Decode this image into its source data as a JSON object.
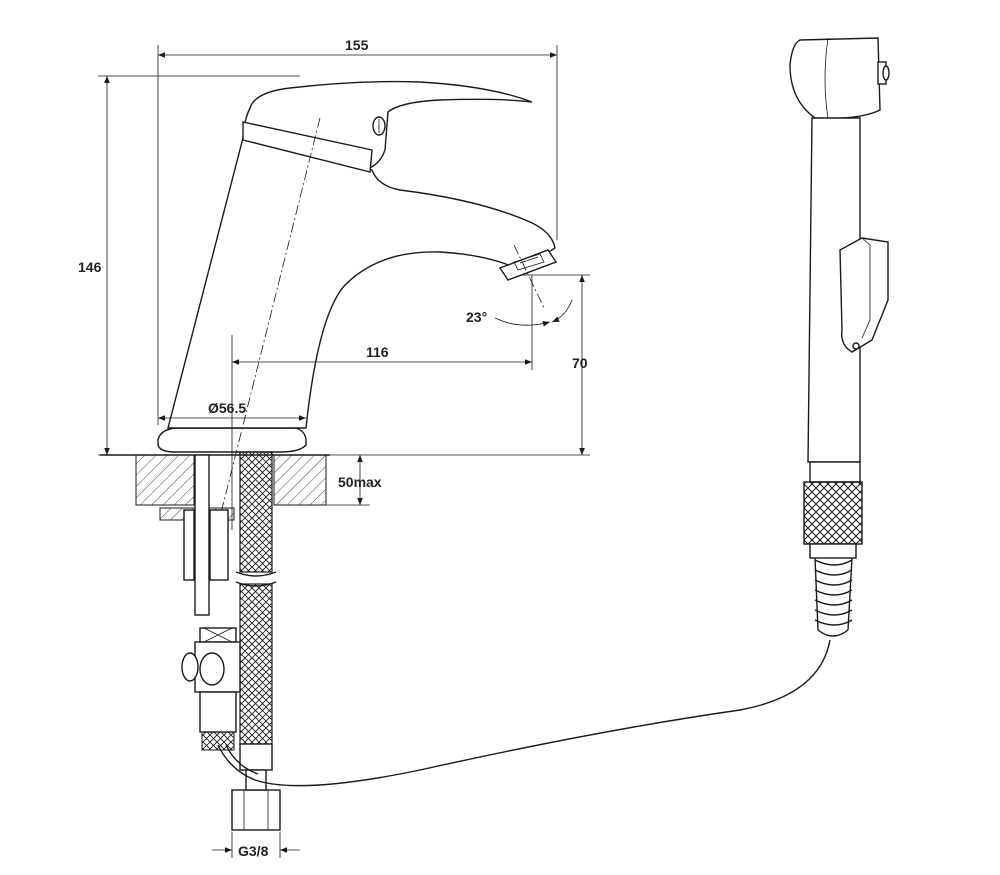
{
  "dimensions": {
    "overall_width": "155",
    "overall_height": "146",
    "spout_reach": "116",
    "spout_height": "70",
    "base_diameter": "Ø56.5",
    "spout_angle": "23°",
    "mount_thickness": "50max",
    "thread": "G3/8"
  },
  "colors": {
    "line": "#1a1a1a",
    "background": "#ffffff"
  }
}
